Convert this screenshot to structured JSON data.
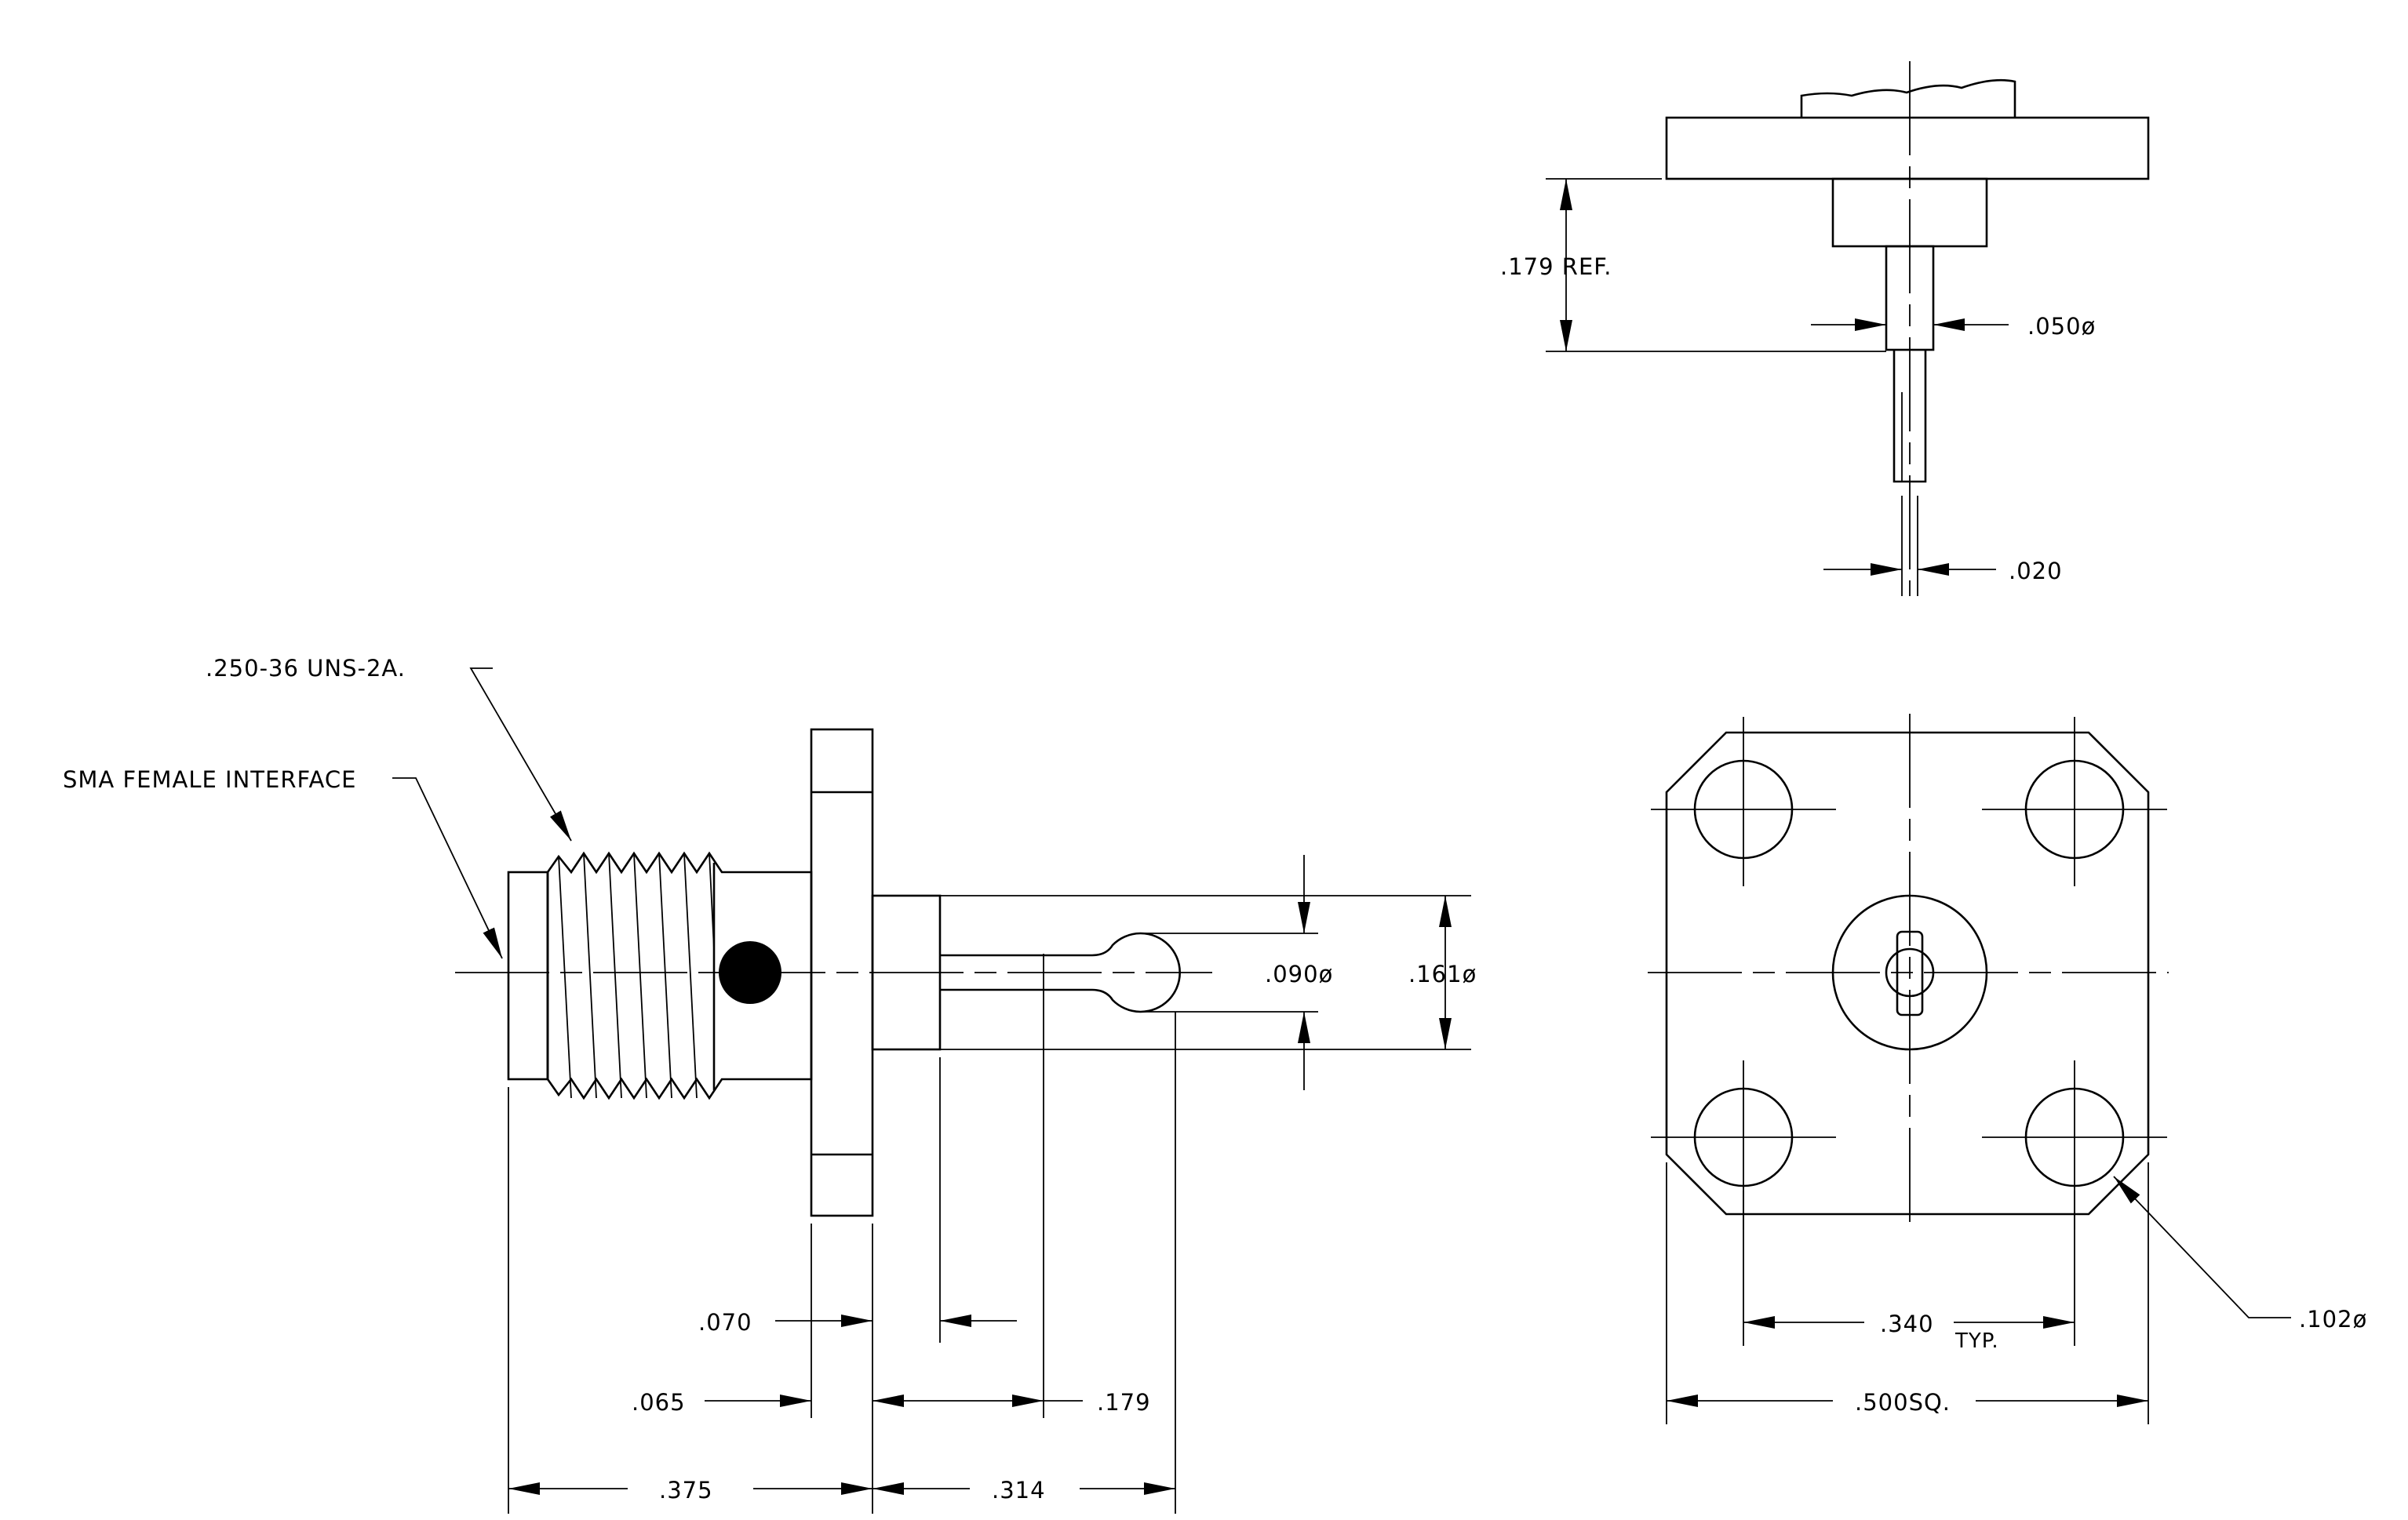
{
  "diagram": {
    "title": "",
    "labels": {
      "thread_spec": ".250-36 UNS-2A.",
      "interface": "SMA FEMALE INTERFACE",
      "dim_090_dia": ".090ø",
      "dim_161_dia": ".161ø",
      "dim_070": ".070",
      "dim_065": ".065",
      "dim_179": ".179",
      "dim_375": ".375",
      "dim_314": ".314",
      "dim_179_ref": ".179 REF.",
      "dim_050_dia": ".050ø",
      "dim_020": ".020",
      "dim_340": ".340",
      "dim_typ": "TYP.",
      "dim_102_dia": ".102ø",
      "dim_500sq": ".500SQ."
    }
  }
}
